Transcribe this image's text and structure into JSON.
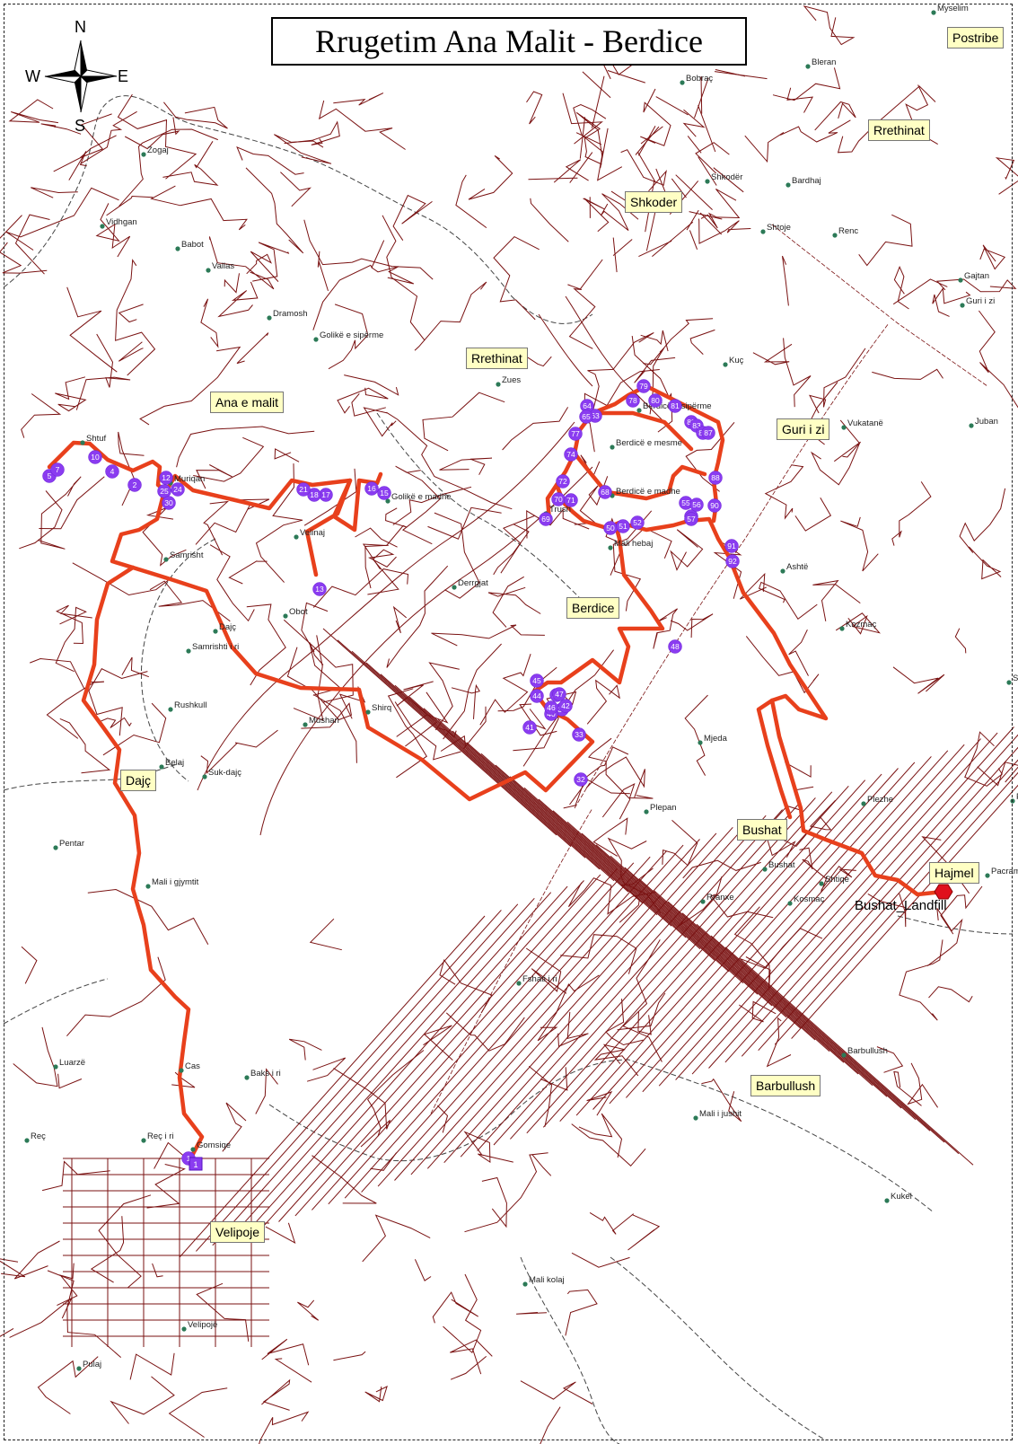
{
  "title": "Rrugetim Ana Malit - Berdice",
  "compass": {
    "n": "N",
    "s": "S",
    "e": "E",
    "w": "W"
  },
  "area_labels": [
    {
      "key": "postribe",
      "text": "Postribe"
    },
    {
      "key": "rrethinat-ne",
      "text": "Rrethinat"
    },
    {
      "key": "shkoder",
      "text": "Shkoder"
    },
    {
      "key": "rrethinat-center",
      "text": "Rrethinat"
    },
    {
      "key": "ana-e-malit",
      "text": "Ana e malit"
    },
    {
      "key": "guri-i-zi",
      "text": "Guri i zi"
    },
    {
      "key": "berdice",
      "text": "Berdice"
    },
    {
      "key": "dajc",
      "text": "Dajç"
    },
    {
      "key": "bushat",
      "text": "Bushat"
    },
    {
      "key": "hajmel",
      "text": "Hajmel"
    },
    {
      "key": "barbullush",
      "text": "Barbullush"
    },
    {
      "key": "velipoje",
      "text": "Velipoje"
    }
  ],
  "landfill_label": "Bushat_Landfill",
  "villages": [
    {
      "name": "Myselim"
    },
    {
      "name": "Bobraç"
    },
    {
      "name": "Bleran"
    },
    {
      "name": "Zogaj"
    },
    {
      "name": "Shkodër"
    },
    {
      "name": "Bardhaj"
    },
    {
      "name": "Vidhgan"
    },
    {
      "name": "Babot"
    },
    {
      "name": "Shtoje"
    },
    {
      "name": "Renc"
    },
    {
      "name": "Vallas"
    },
    {
      "name": "Dramosh"
    },
    {
      "name": "Golikë e sipërme"
    },
    {
      "name": "Gajtan"
    },
    {
      "name": "Guri i zi"
    },
    {
      "name": "Kuç"
    },
    {
      "name": "Zues"
    },
    {
      "name": "Berdicë e sipërme"
    },
    {
      "name": "Shtuf"
    },
    {
      "name": "Berdicë e mesme"
    },
    {
      "name": "Vukatanë"
    },
    {
      "name": "Juban"
    },
    {
      "name": "Muriqan"
    },
    {
      "name": "Berdicë e madhe"
    },
    {
      "name": "Golikë e madhe"
    },
    {
      "name": "Velinaj"
    },
    {
      "name": "Trush"
    },
    {
      "name": "Mali hebaj"
    },
    {
      "name": "Samrisht"
    },
    {
      "name": "Derrgjat"
    },
    {
      "name": "Ashtë"
    },
    {
      "name": "Obot"
    },
    {
      "name": "Kozmaç"
    },
    {
      "name": "Dajç"
    },
    {
      "name": "Samrishti i ri"
    },
    {
      "name": "Rushkull"
    },
    {
      "name": "Shirq"
    },
    {
      "name": "Mushan"
    },
    {
      "name": "Shtiqi"
    },
    {
      "name": "Belaj"
    },
    {
      "name": "Mjeda"
    },
    {
      "name": "Suk-dajç"
    },
    {
      "name": "Plepan"
    },
    {
      "name": "Plezhe"
    },
    {
      "name": "Pistull"
    },
    {
      "name": "Pentar"
    },
    {
      "name": "Bushat"
    },
    {
      "name": "Shtiqe"
    },
    {
      "name": "Pacram"
    },
    {
      "name": "Mali i gjymtit"
    },
    {
      "name": "Rranxe"
    },
    {
      "name": "Kosmaç"
    },
    {
      "name": "Fshati i ri"
    },
    {
      "name": "Luarzë"
    },
    {
      "name": "Baks i ri"
    },
    {
      "name": "Barbullush"
    },
    {
      "name": "Mali i jushit"
    },
    {
      "name": "Reç"
    },
    {
      "name": "Reç i ri"
    },
    {
      "name": "Gomsiqe"
    },
    {
      "name": "Kukel"
    },
    {
      "name": "Mali kolaj"
    },
    {
      "name": "Velipojë"
    },
    {
      "name": "Pulaj"
    },
    {
      "name": "Cas"
    }
  ],
  "stops": [
    "1",
    "2",
    "4",
    "5",
    "7",
    "10",
    "12",
    "13",
    "15",
    "16",
    "17",
    "18",
    "21",
    "24",
    "25",
    "30",
    "32",
    "33",
    "35",
    "38",
    "40",
    "41",
    "42",
    "44",
    "45",
    "46",
    "47",
    "48",
    "50",
    "51",
    "52",
    "54",
    "55",
    "56",
    "57",
    "63",
    "64",
    "65",
    "68",
    "69",
    "70",
    "71",
    "72",
    "74",
    "77",
    "78",
    "79",
    "80",
    "81",
    "82",
    "83",
    "86",
    "87",
    "88",
    "90",
    "91",
    "92"
  ]
}
